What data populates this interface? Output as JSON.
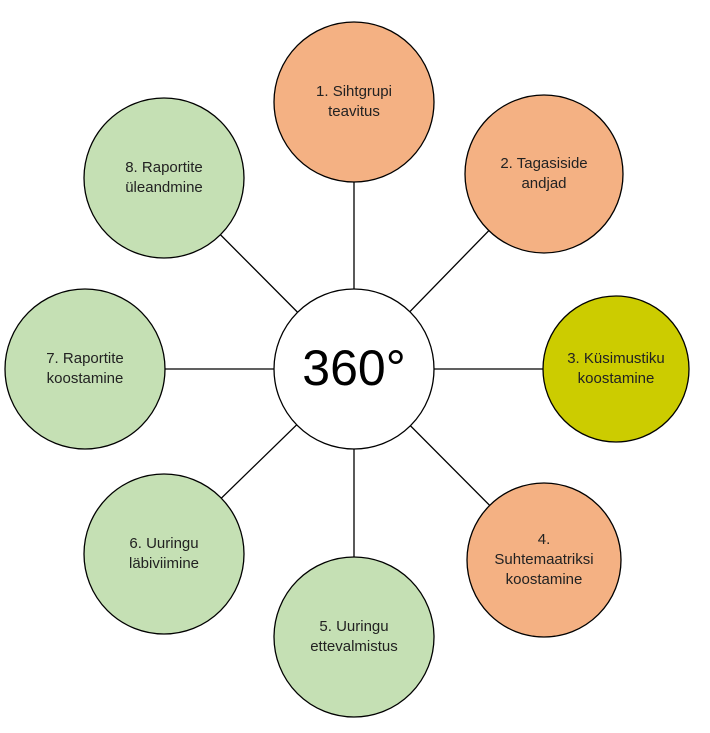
{
  "center": {
    "label": "360°",
    "color": "#FFFFFF"
  },
  "nodes": [
    {
      "label": "1. Sihtgrupi teavitus",
      "color": "#F4B183"
    },
    {
      "label": "2. Tagasiside andjad",
      "color": "#F4B183"
    },
    {
      "label": "3. Küsimustiku koostamine",
      "color": "#CCCC00"
    },
    {
      "label": "4. Suhtemaatriksi koostamine",
      "color": "#F4B183"
    },
    {
      "label": "5. Uuringu ettevalmistus",
      "color": "#C5E0B4"
    },
    {
      "label": "6. Uuringu läbiviimine",
      "color": "#C5E0B4"
    },
    {
      "label": "7. Raportite koostamine",
      "color": "#C5E0B4"
    },
    {
      "label": "8. Raportite üleandmine",
      "color": "#C5E0B4"
    }
  ]
}
